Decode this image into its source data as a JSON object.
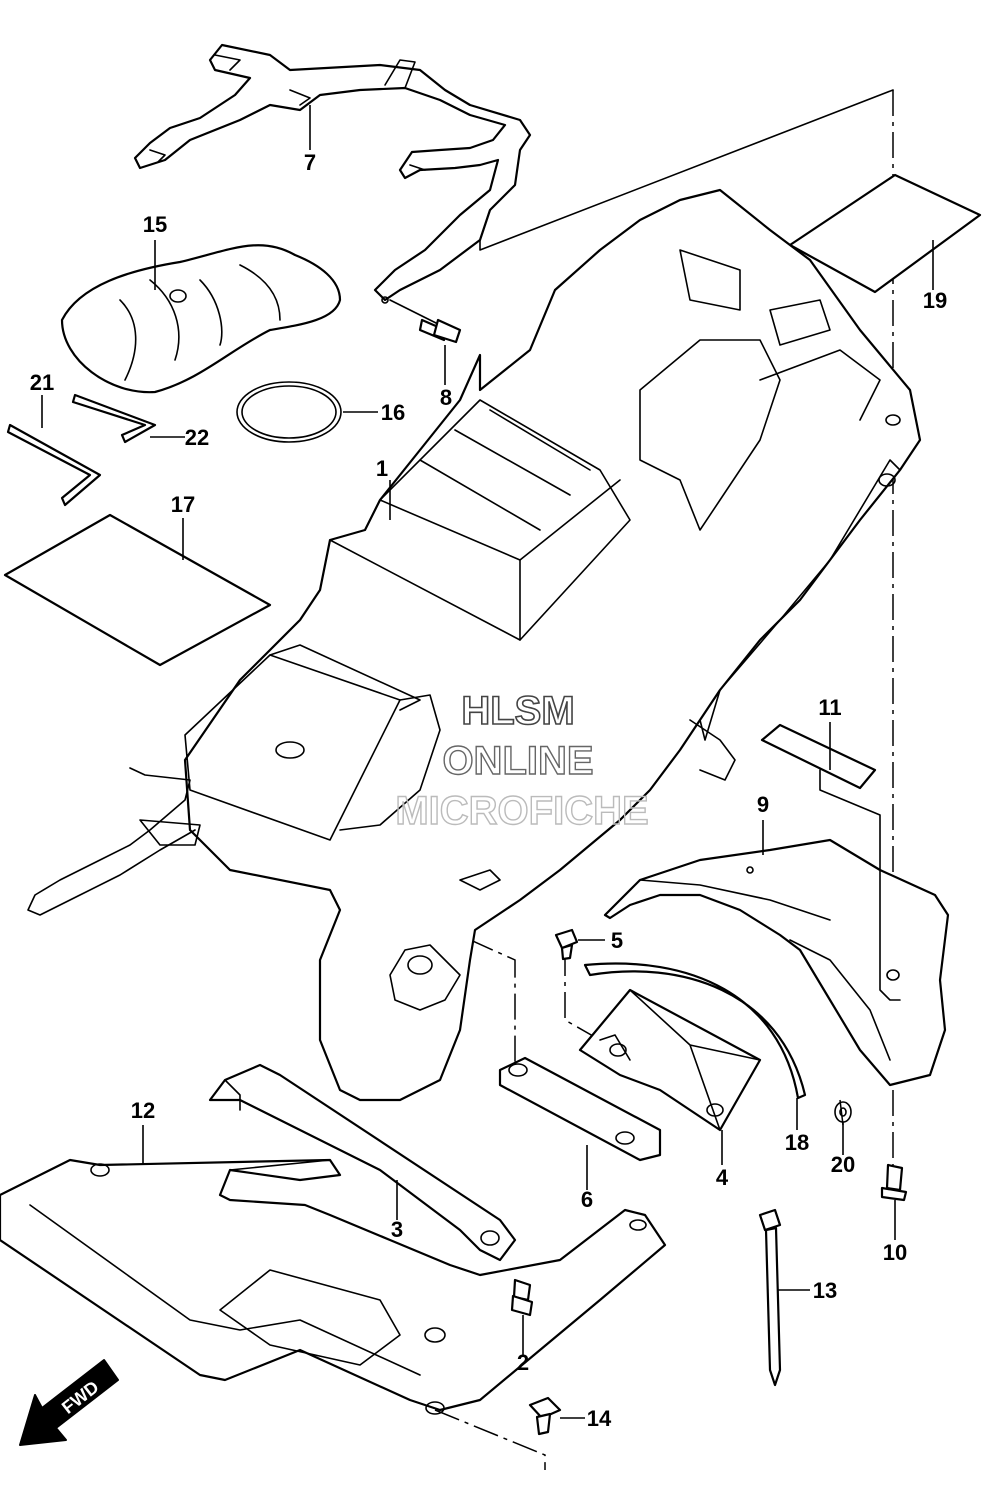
{
  "callouts": {
    "c1": "1",
    "c2": "2",
    "c3": "3",
    "c4": "4",
    "c5": "5",
    "c6": "6",
    "c7": "7",
    "c8": "8",
    "c9": "9",
    "c10": "10",
    "c11": "11",
    "c12": "12",
    "c13": "13",
    "c14": "14",
    "c15": "15",
    "c16": "16",
    "c17": "17",
    "c18": "18",
    "c19": "19",
    "c20": "20",
    "c21": "21",
    "c22": "22"
  },
  "watermark": {
    "line1": "HLSM",
    "line2": "ONLINE",
    "line3": "MICROFICHE"
  },
  "fwd_label": "FWD"
}
